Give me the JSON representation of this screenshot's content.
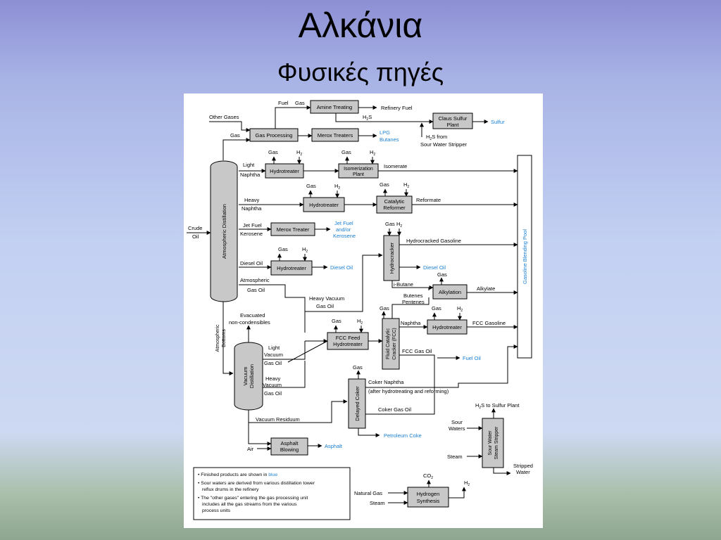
{
  "slide": {
    "title": "Αλκάνια",
    "subtitle": "Φυσικές πηγές"
  },
  "colors": {
    "product_blue": "#1a7fd0",
    "box_fill": "#c8c8c8",
    "background_top": "#8d8fd4",
    "background_bottom": "#8ea58f"
  },
  "units": {
    "atm": "Atmospheric  Distillation",
    "vac1": "Vacuum",
    "vac2": "Distillation",
    "gp": "Gas Processing",
    "amine": "Amine Treating",
    "merox1": "Merox Treaters",
    "claus1": "Claus Sulfur",
    "claus2": "Plant",
    "ht1": "Hydrotreater",
    "iso1": "Isomerization",
    "iso2": "Plant",
    "ht2": "Hydrotreater",
    "cr1": "Catalytic",
    "cr2": "Reformer",
    "merox2": "Merox Treater",
    "ht3": "Hydrotreater",
    "hc": "Hydrocracker",
    "alk": "Alkylation",
    "fccht1": "FCC Feed",
    "fccht2": "Hydrotreater",
    "fcc1": "Fluid Catalytic",
    "fcc2": "Cracker (FCC)",
    "ht4": "Hydrotreater",
    "coker": "Delayed Coker",
    "asph1": "Asphalt",
    "asph2": "Blowing",
    "sws1": "Sour Water",
    "sws2": "Steam Stripper",
    "h2syn1": "Hydrogen",
    "h2syn2": "Synthesis",
    "pool": "Gasoline Blending Pool"
  },
  "streams": {
    "crude1": "Crude",
    "crude2": "Oil",
    "other_gases": "Other Gases",
    "gas": "Gas",
    "fuel": "Fuel",
    "fuel_gas_gas": "Gas",
    "refinery_fuel": "Refinery Fuel",
    "h2s": "H",
    "h2s_sub": "2",
    "h2s_s": "S",
    "h2s_from": "S from",
    "sour_water_stripper": "Sour Water Stripper",
    "light": "Light",
    "naphtha": "Naphtha",
    "heavy": "Heavy",
    "h2": "H",
    "h2_sub": "2",
    "isomerate": "Isomerate",
    "reformate": "Reformate",
    "jet_fuel": "Jet Fuel",
    "kerosene": "Kerosene",
    "diesel_oil": "Diesel Oil",
    "hydrocracked_gasoline": "Hydrocracked Gasoline",
    "atmospheric": "Atmospheric",
    "gas_oil": "Gas Oil",
    "heavy_vacuum": "Heavy Vacuum",
    "i_butane": "i-Butane",
    "alkylate": "Alkylate",
    "butenes": "Butenes",
    "pentenes": "Pentenes",
    "evacuated": "Evacuated",
    "non_condensibles": "non-condensibles",
    "atm_bottoms1": "Atmospheric",
    "atm_bottoms2": "Bottoms",
    "light_vacuum": "Light",
    "vacuum": "Vacuum",
    "heavy_vac": "Heavy",
    "fcc_gasoline": "FCC Gasoline",
    "fcc_gas_oil": "FCC Gas Oil",
    "coker_naphtha": "Coker Naphtha",
    "after_hydrotreating": "(after hydrotreating and reforming)",
    "coker_gas_oil": "Coker Gas Oil",
    "vacuum_residuum": "Vacuum Residuum",
    "air": "Air",
    "h2s_to_sulfur": "S to Sulfur Plant",
    "sour": "Sour",
    "waters": "Waters",
    "steam": "Steam",
    "stripped": "Stripped",
    "water": "Water",
    "co": "CO",
    "co_sub": "2",
    "natural_gas": "Natural Gas"
  },
  "products": {
    "sulfur": "Sulfur",
    "lpg": "LPG",
    "butanes": "Butanes",
    "jet1": "Jet Fuel",
    "jet2": "and/or",
    "jet3": "Kerosene",
    "diesel1": "Diesel Oil",
    "diesel2": "Diesel Oil",
    "fuel_oil": "Fuel Oil",
    "petroleum_coke": "Petroleum Coke",
    "asphalt": "Asphalt"
  },
  "legend": {
    "line1a": "Finished products are shown in ",
    "line1b": "blue",
    "line2a": "Sour waters are derived from various distillation tower",
    "line2b": "reflux drums in the refinery",
    "line3a": "The \"other gases\" entering the gas processing unit",
    "line3b": "includes all the gas streams from the various",
    "line3c": "process units"
  }
}
